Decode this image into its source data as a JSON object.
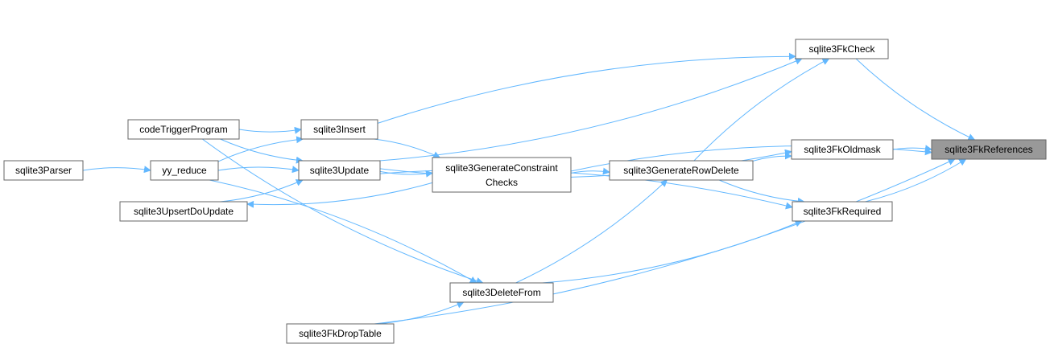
{
  "colors": {
    "edge": "#63b8ff",
    "node_border": "#666666",
    "focus_fill": "#999999",
    "background": "#ffffff"
  },
  "nodes": [
    {
      "id": "sqlite3FkReferences",
      "lines": [
        "sqlite3FkReferences"
      ],
      "focus": true
    },
    {
      "id": "sqlite3FkCheck",
      "lines": [
        "sqlite3FkCheck"
      ]
    },
    {
      "id": "sqlite3FkOldmask",
      "lines": [
        "sqlite3FkOldmask"
      ]
    },
    {
      "id": "sqlite3FkRequired",
      "lines": [
        "sqlite3FkRequired"
      ]
    },
    {
      "id": "sqlite3GenerateRowDelete",
      "lines": [
        "sqlite3GenerateRowDelete"
      ]
    },
    {
      "id": "sqlite3GenerateConstraintChecks",
      "lines": [
        "sqlite3GenerateConstraint",
        "Checks"
      ]
    },
    {
      "id": "sqlite3Insert",
      "lines": [
        "sqlite3Insert"
      ]
    },
    {
      "id": "sqlite3Update",
      "lines": [
        "sqlite3Update"
      ]
    },
    {
      "id": "codeTriggerProgram",
      "lines": [
        "codeTriggerProgram"
      ]
    },
    {
      "id": "yy_reduce",
      "lines": [
        "yy_reduce"
      ]
    },
    {
      "id": "sqlite3Parser",
      "lines": [
        "sqlite3Parser"
      ]
    },
    {
      "id": "sqlite3UpsertDoUpdate",
      "lines": [
        "sqlite3UpsertDoUpdate"
      ]
    },
    {
      "id": "sqlite3DeleteFrom",
      "lines": [
        "sqlite3DeleteFrom"
      ]
    },
    {
      "id": "sqlite3FkDropTable",
      "lines": [
        "sqlite3FkDropTable"
      ]
    }
  ],
  "edges": [
    {
      "from": "sqlite3FkCheck",
      "to": "sqlite3FkReferences"
    },
    {
      "from": "sqlite3FkOldmask",
      "to": "sqlite3FkReferences"
    },
    {
      "from": "sqlite3FkRequired",
      "to": "sqlite3FkReferences"
    },
    {
      "from": "sqlite3GenerateConstraintChecks",
      "to": "sqlite3FkReferences"
    },
    {
      "from": "sqlite3FkDropTable",
      "to": "sqlite3FkReferences"
    },
    {
      "from": "sqlite3Insert",
      "to": "sqlite3FkCheck"
    },
    {
      "from": "sqlite3Update",
      "to": "sqlite3FkCheck"
    },
    {
      "from": "sqlite3GenerateRowDelete",
      "to": "sqlite3FkCheck"
    },
    {
      "from": "sqlite3Update",
      "to": "sqlite3FkOldmask"
    },
    {
      "from": "sqlite3GenerateRowDelete",
      "to": "sqlite3FkOldmask"
    },
    {
      "from": "sqlite3GenerateRowDelete",
      "to": "sqlite3FkRequired"
    },
    {
      "from": "sqlite3Update",
      "to": "sqlite3FkRequired"
    },
    {
      "from": "sqlite3DeleteFrom",
      "to": "sqlite3FkRequired"
    },
    {
      "from": "sqlite3GenerateConstraintChecks",
      "to": "sqlite3GenerateRowDelete"
    },
    {
      "from": "sqlite3DeleteFrom",
      "to": "sqlite3GenerateRowDelete"
    },
    {
      "from": "sqlite3Insert",
      "to": "sqlite3GenerateConstraintChecks"
    },
    {
      "from": "sqlite3Update",
      "to": "sqlite3GenerateConstraintChecks"
    },
    {
      "from": "sqlite3GenerateConstraintChecks",
      "to": "sqlite3UpsertDoUpdate"
    },
    {
      "from": "codeTriggerProgram",
      "to": "sqlite3Insert"
    },
    {
      "from": "yy_reduce",
      "to": "sqlite3Insert"
    },
    {
      "from": "codeTriggerProgram",
      "to": "sqlite3Update"
    },
    {
      "from": "yy_reduce",
      "to": "sqlite3Update"
    },
    {
      "from": "sqlite3UpsertDoUpdate",
      "to": "sqlite3Update"
    },
    {
      "from": "sqlite3Parser",
      "to": "yy_reduce"
    },
    {
      "from": "codeTriggerProgram",
      "to": "sqlite3DeleteFrom"
    },
    {
      "from": "yy_reduce",
      "to": "sqlite3DeleteFrom"
    },
    {
      "from": "sqlite3FkDropTable",
      "to": "sqlite3DeleteFrom"
    }
  ]
}
